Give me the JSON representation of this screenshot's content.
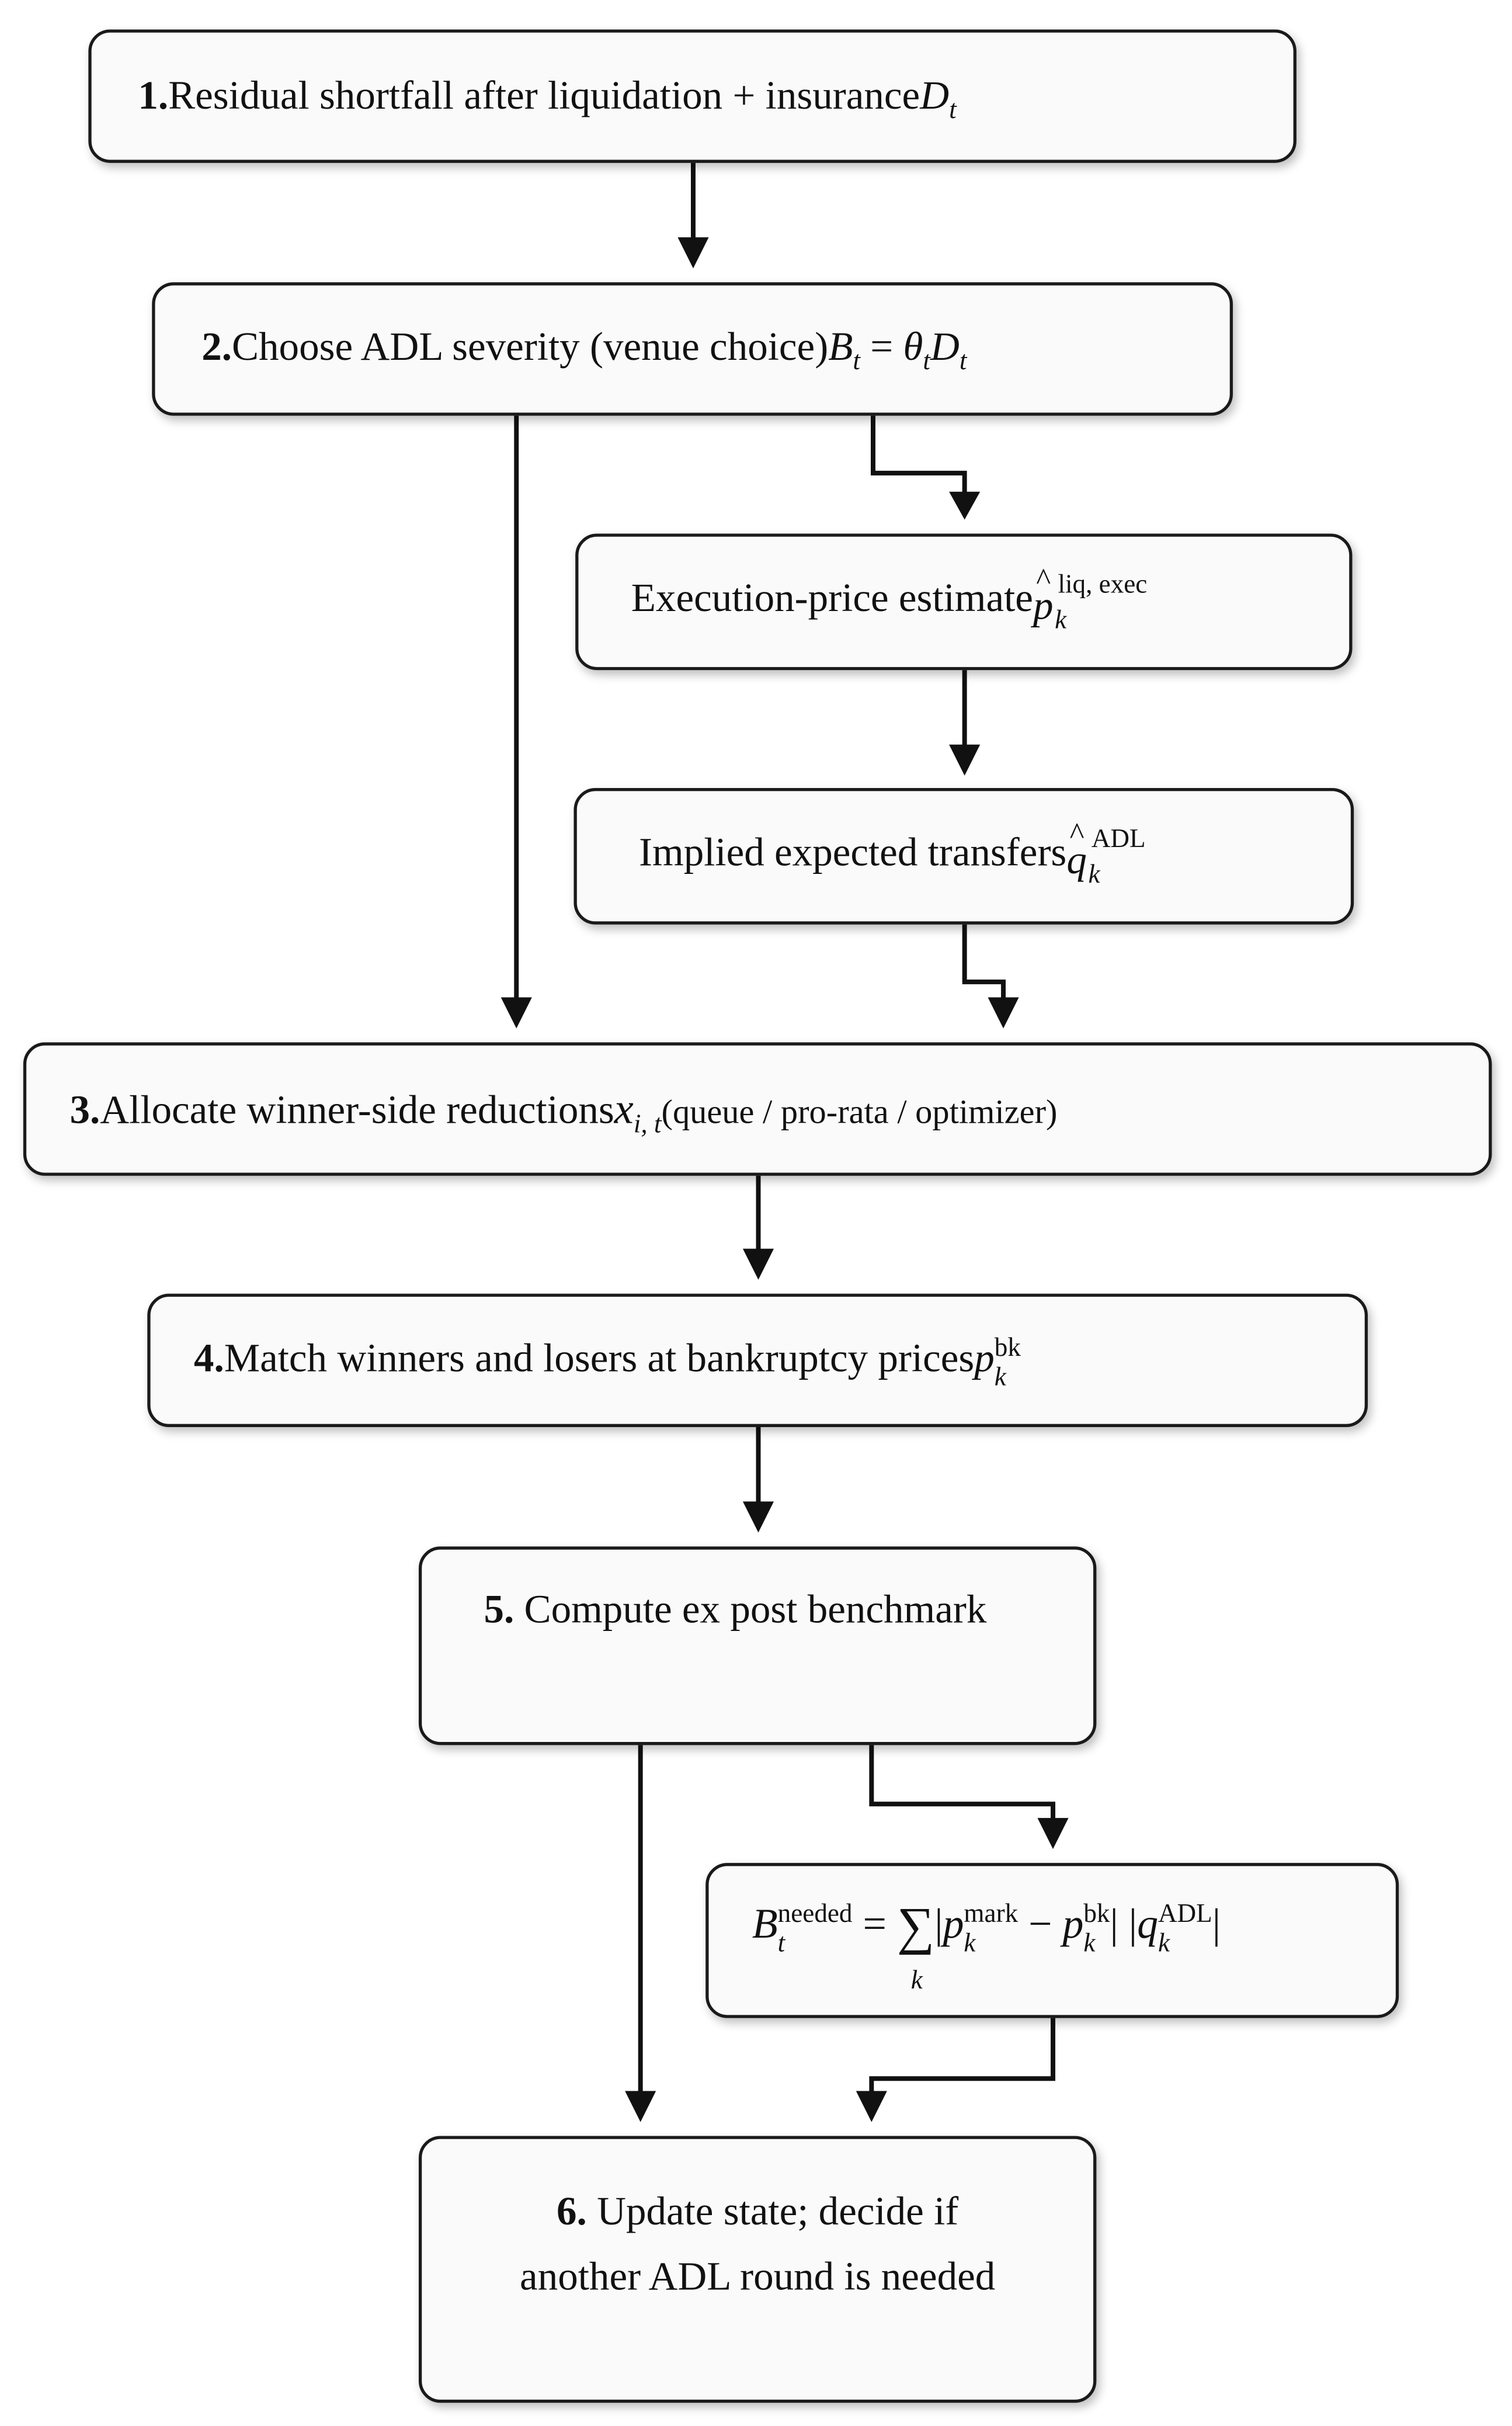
{
  "steps": [
    {
      "num": "1.",
      "text": "Residual shortfall after liquidation + insurance",
      "math": {
        "base": "D",
        "sub": "t"
      }
    },
    {
      "num": "2.",
      "text": "Choose ADL severity (venue choice)",
      "math": {
        "lhs": "B",
        "lhs_sub": "t",
        "eq": "=",
        "theta": "θ",
        "theta_sub": "t",
        "rhs": "D",
        "rhs_sub": "t"
      }
    },
    {
      "num": "3.",
      "text": "Allocate winner-side reductions",
      "math": {
        "base": "x",
        "sub": "i, t"
      },
      "suffix": "(queue / pro-rata / optimizer)"
    },
    {
      "num": "4.",
      "text": "Match winners and losers at bankruptcy prices",
      "math": {
        "base": "p",
        "sub": "k",
        "sup": "bk"
      }
    },
    {
      "num": "5.",
      "text": " Compute ex post benchmark"
    },
    {
      "num": "6.",
      "text": " Update state; decide if",
      "line2": "another ADL round is needed"
    }
  ],
  "side_boxes": {
    "execution": {
      "text": "Execution-price estimate",
      "math": {
        "base": "p",
        "sub": "k",
        "sup": "liq, exec"
      }
    },
    "transfers": {
      "text": "Implied expected transfers",
      "math": {
        "base": "q",
        "sub": "k",
        "sup": "ADL"
      }
    },
    "benchmark": {
      "B": "B",
      "B_sub": "t",
      "B_sup": "needed",
      "eq": "=",
      "sum": "∑",
      "sum_sub": "k",
      "bar": "|",
      "p": "p",
      "k": "k",
      "mark": "mark",
      "minus": "−",
      "bk": "bk",
      "q": "q",
      "adl": "ADL"
    }
  }
}
